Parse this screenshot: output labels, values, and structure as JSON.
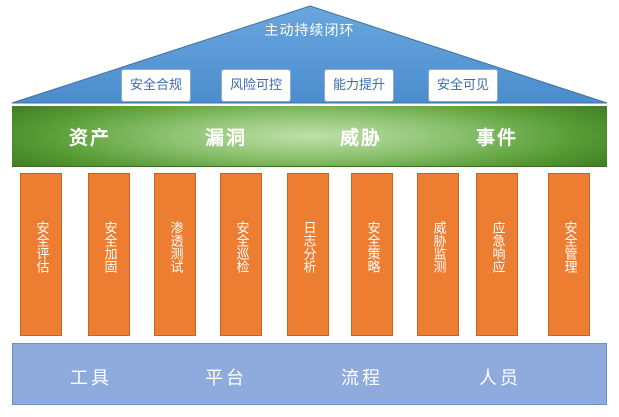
{
  "roof": {
    "title": "主动持续闭环",
    "goals": [
      "安全合规",
      "风险可控",
      "能力提升",
      "安全可见"
    ]
  },
  "band": {
    "items": [
      "资产",
      "漏洞",
      "威胁",
      "事件"
    ]
  },
  "pillars": [
    "安全评估",
    "安全加固",
    "渗透测试",
    "安全巡检",
    "日志分析",
    "安全策略",
    "威胁监测",
    "应急响应",
    "安全管理"
  ],
  "base": {
    "items": [
      "工具",
      "平台",
      "流程",
      "人员"
    ]
  },
  "colors": {
    "roof": "#5b9bd5",
    "band": "#70ad47",
    "pillar": "#ed7d31",
    "base": "#8faadc"
  }
}
